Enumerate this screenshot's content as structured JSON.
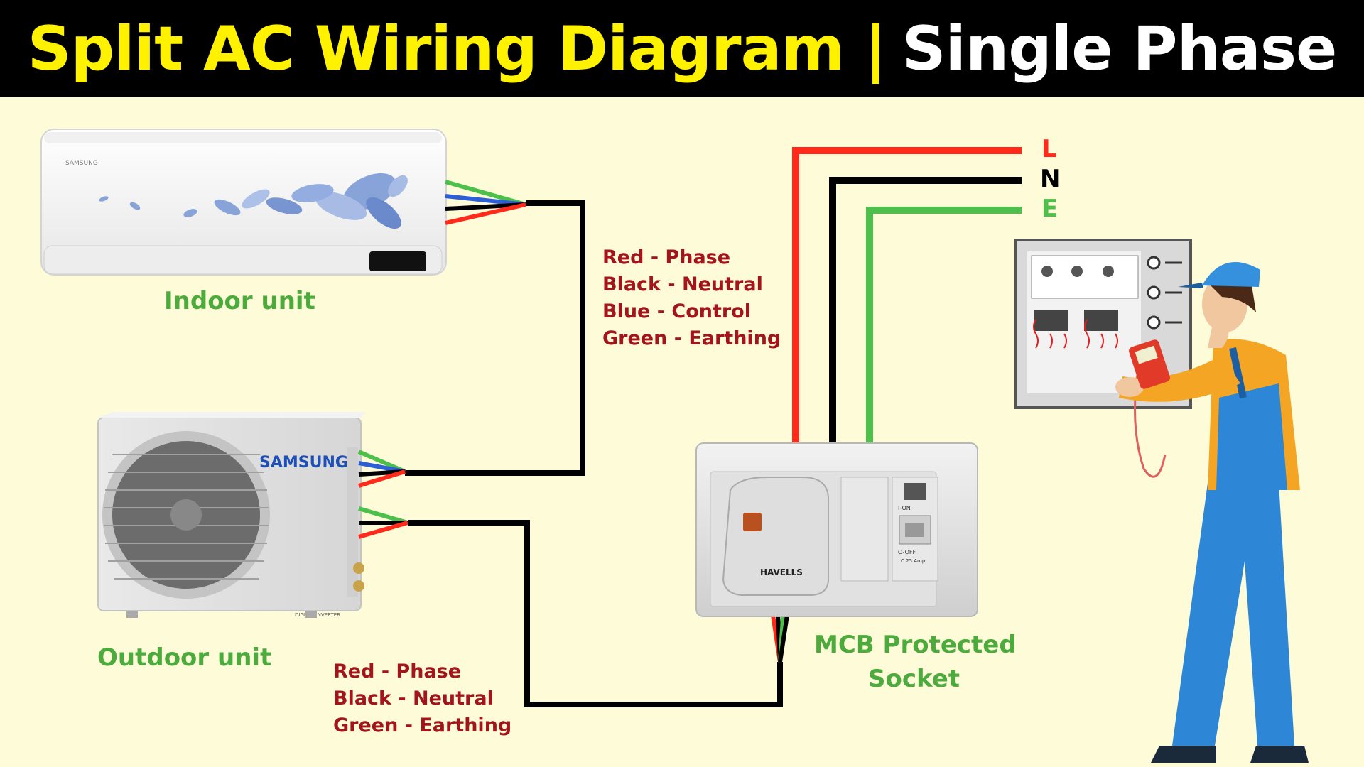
{
  "header": {
    "title_part1": "Split AC Wiring Diagram |",
    "title_part2": "Single Phase"
  },
  "indoor": {
    "label": "Indoor unit",
    "brand": "SAMSUNG"
  },
  "outdoor": {
    "label": "Outdoor unit",
    "brand": "SAMSUNG",
    "model_text": "DIGITAL INVERTER"
  },
  "legend_top": [
    "Red - Phase",
    "Black - Neutral",
    "Blue - Control",
    "Green - Earthing"
  ],
  "legend_bottom": [
    "Red - Phase",
    "Black - Neutral",
    "Green - Earthing"
  ],
  "supply": {
    "L": "L",
    "N": "N",
    "E": "E"
  },
  "socket": {
    "label_line1": "MCB Protected",
    "label_line2": "Socket",
    "plug_brand": "HAVELLS",
    "mcb_on": "I-ON",
    "mcb_off": "O-OFF",
    "mcb_rating": "C 25 Amp"
  },
  "colors": {
    "red": "#ff2a1a",
    "black": "#000000",
    "green": "#4cc04a",
    "blue": "#2f5fd6",
    "legend_text": "#a3151c",
    "label_green": "#4cab3c",
    "header_yellow": "#fff200"
  }
}
